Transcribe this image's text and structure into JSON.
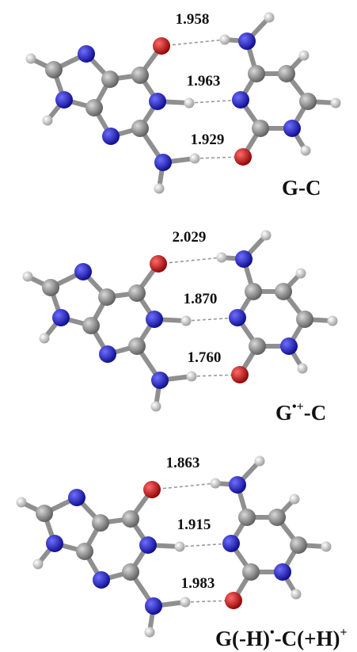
{
  "figure": {
    "panels": [
      {
        "title_parts": [
          "G-C"
        ],
        "hbonds": [
          "1.958",
          "1.963",
          "1.929"
        ]
      },
      {
        "title_parts": [
          "G",
          "•+",
          "-C"
        ],
        "hbonds": [
          "2.029",
          "1.870",
          "1.760"
        ]
      },
      {
        "title_parts": [
          "G(-H)",
          "•",
          "-C(+H)",
          "+"
        ],
        "hbonds": [
          "1.863",
          "1.915",
          "1.983"
        ]
      }
    ],
    "colors": {
      "carbon": "#8a8a8a",
      "nitrogen": "#1f1fd6",
      "oxygen": "#d40f0f",
      "hydrogen": "#e2e2e2"
    }
  }
}
